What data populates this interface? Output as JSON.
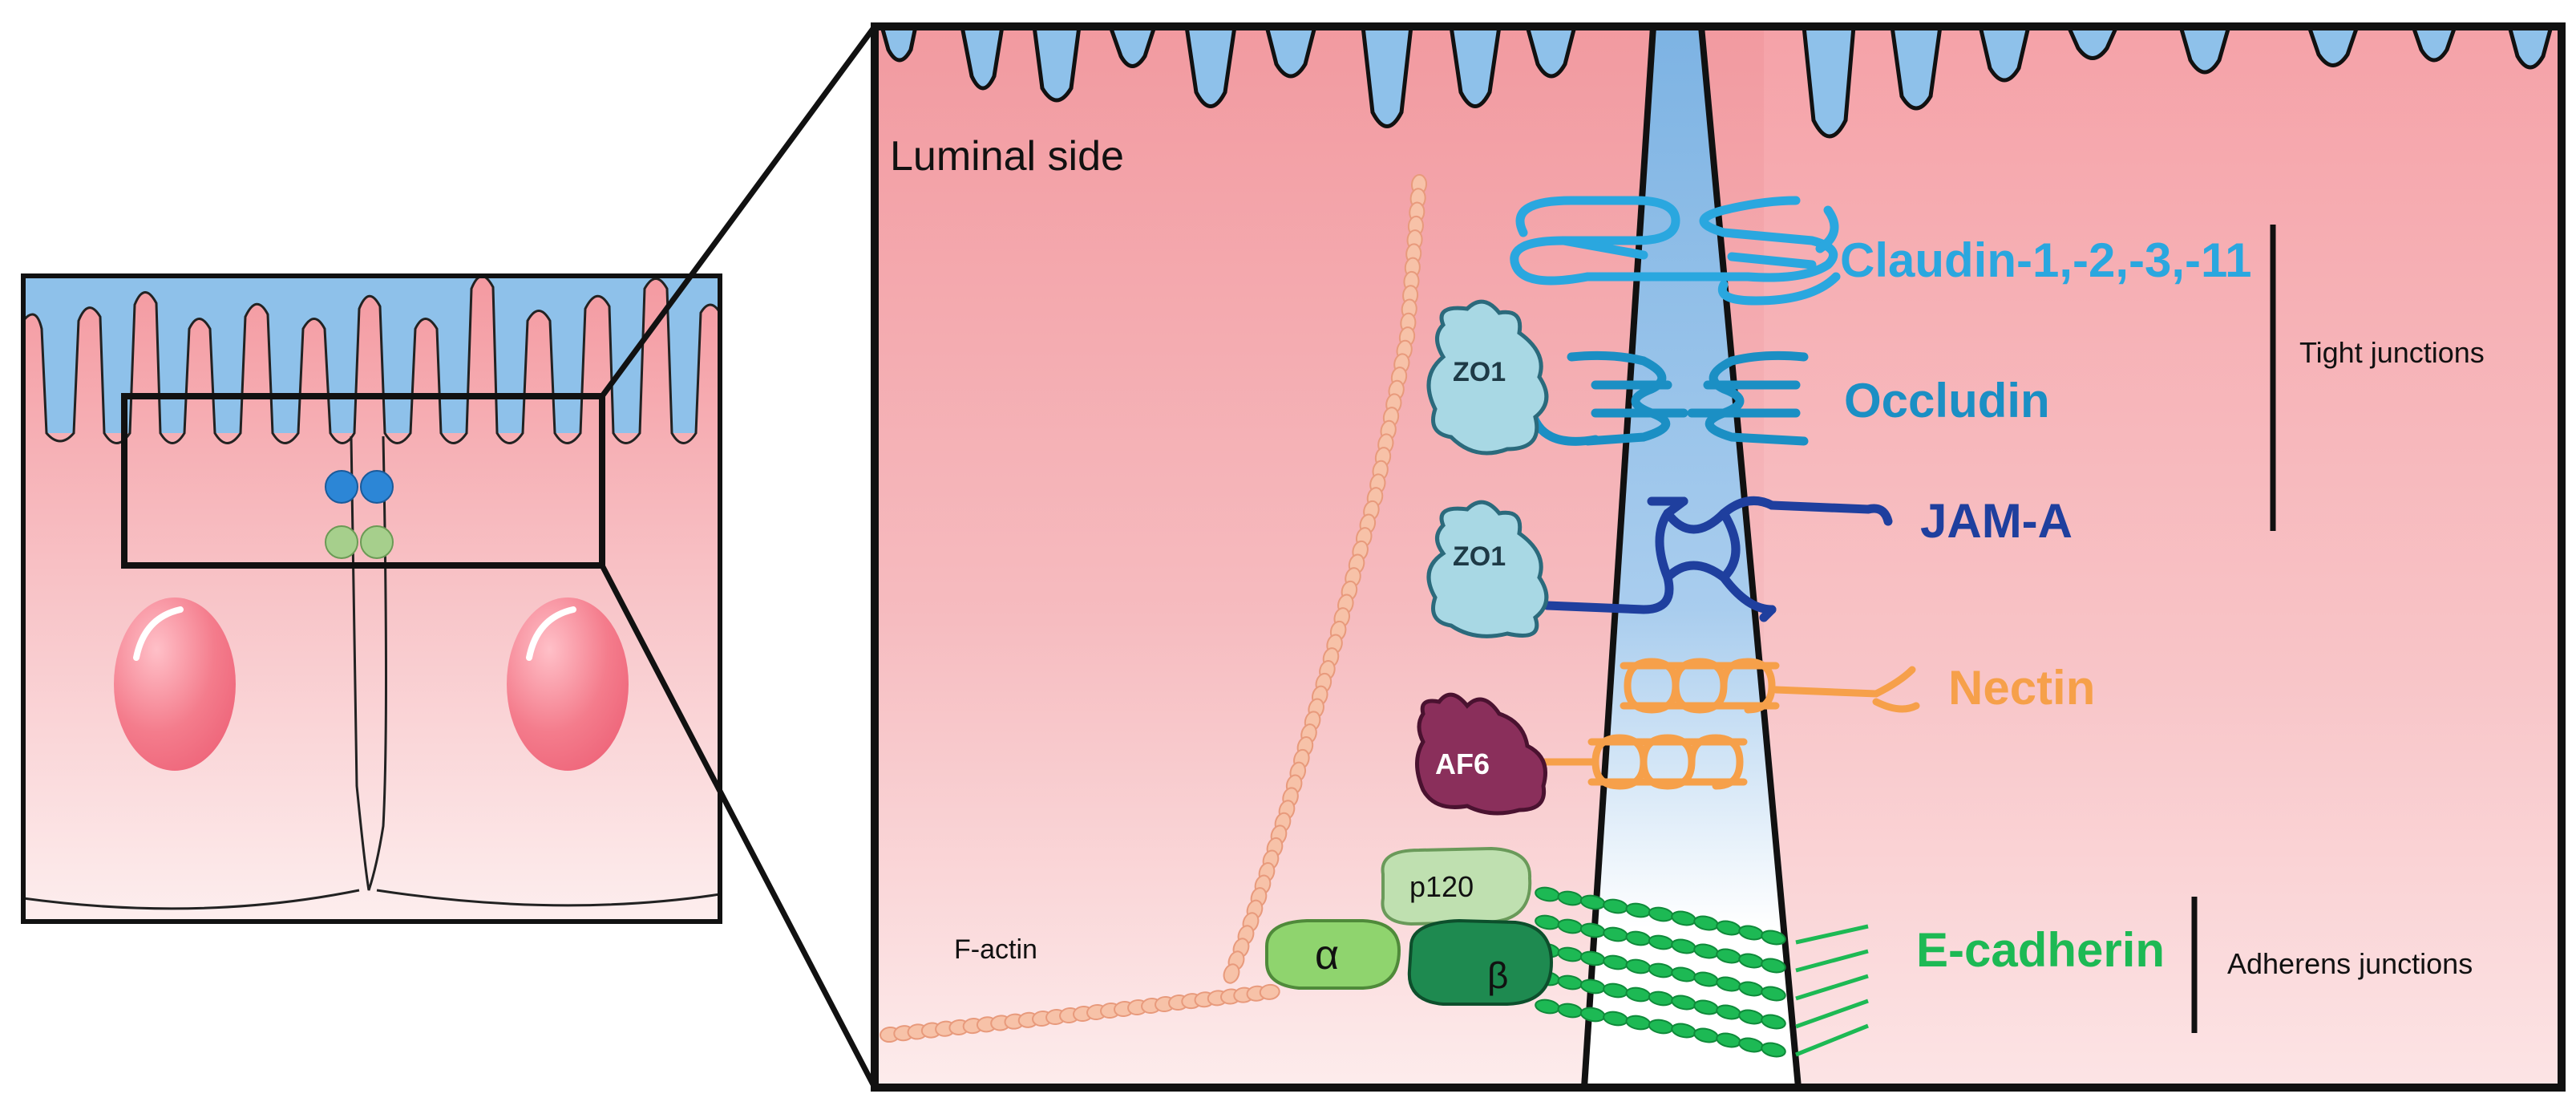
{
  "labels": {
    "luminal_side": "Luminal side",
    "claudin": "Claudin-1,-2,-3,-11",
    "occludin": "Occludin",
    "jam_a": "JAM-A",
    "nectin": "Nectin",
    "e_cadherin": "E-cadherin",
    "tight_junctions": "Tight junctions",
    "adherens_junctions": "Adherens junctions",
    "f_actin": "F-actin"
  },
  "proteins": {
    "zo1_top": "ZO1",
    "zo1_bottom": "ZO1",
    "af6": "AF6",
    "p120": "p120",
    "alpha": "α",
    "beta": "β"
  },
  "colors": {
    "claudin": "#2AA7DF",
    "occludin": "#1B8FC4",
    "jam_a": "#1F3F9E",
    "nectin": "#F6A04A",
    "e_cadherin": "#1DB954",
    "cell": "#F7B6B8",
    "lumen": "#8EC1EA",
    "af6": "#8A2F5B",
    "alpha": "#8FD46E",
    "beta": "#1E8A50",
    "p120": "#BFE0B0",
    "zo1": "#A8D8E4",
    "actin": "#F7C2A8"
  }
}
